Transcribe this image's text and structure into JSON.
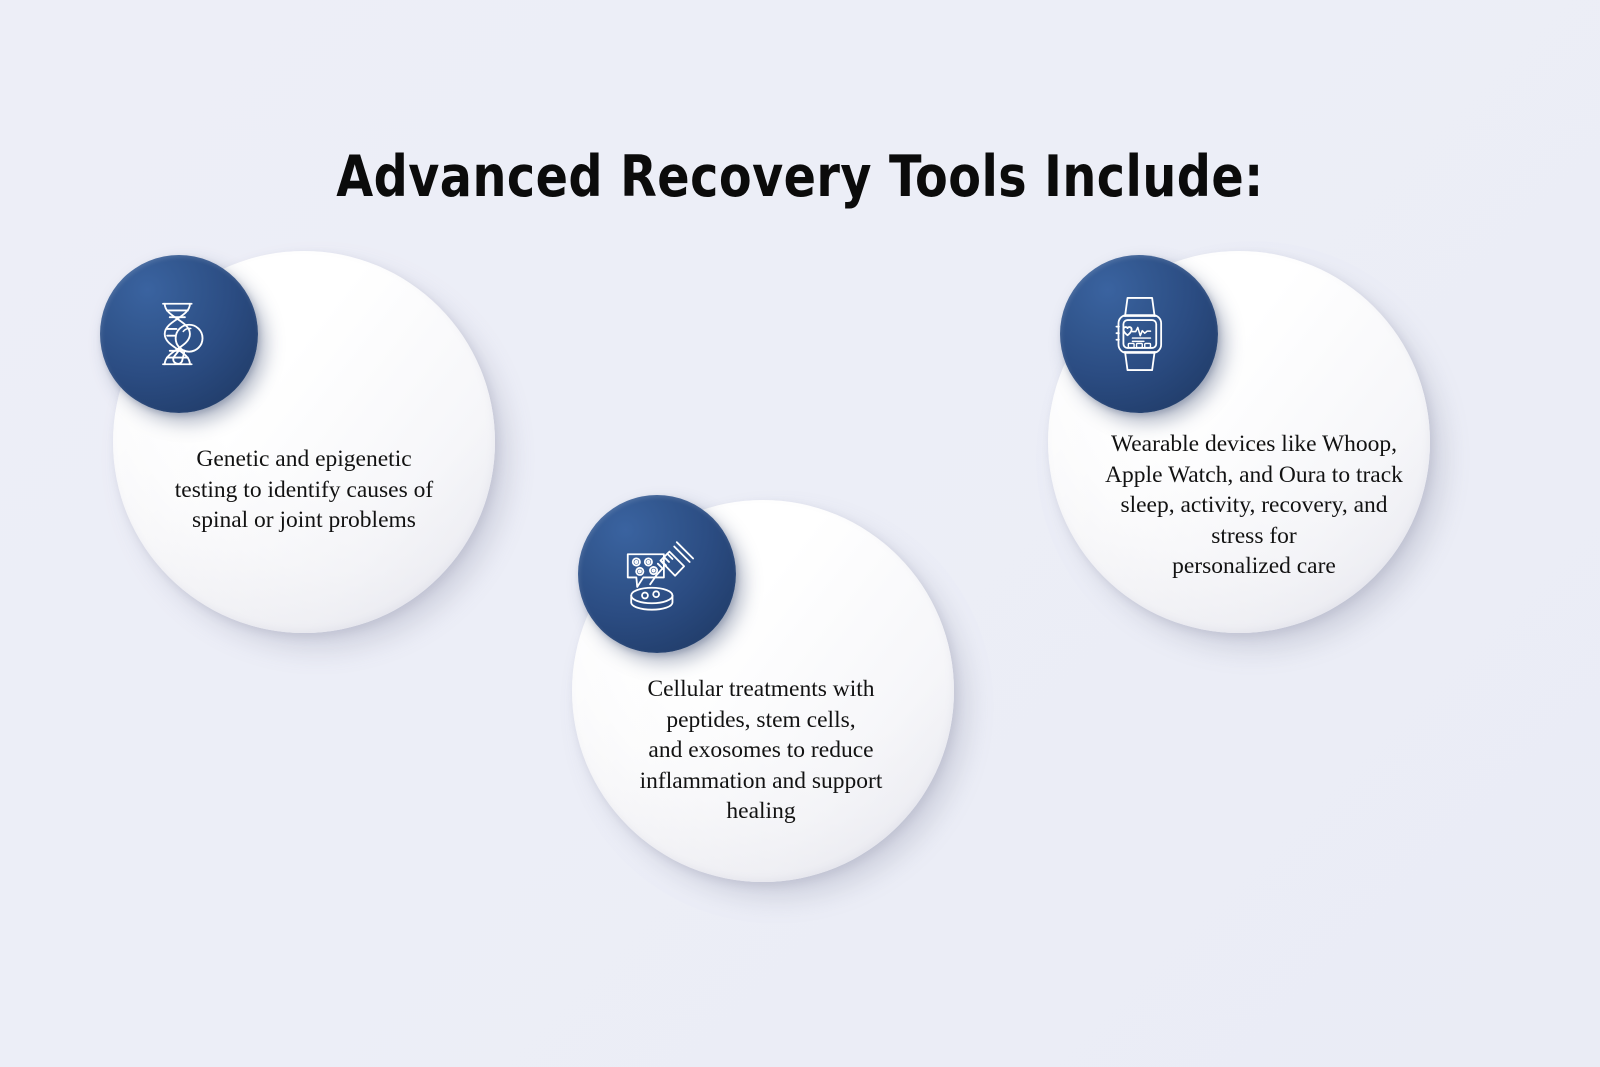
{
  "page": {
    "background_color": "#ecedf6",
    "title": "Advanced Recovery Tools Include:"
  },
  "theme": {
    "badge_gradient_start": "#3a63a0",
    "badge_gradient_end": "#1d3660",
    "disc_color": "#ffffff",
    "text_color": "#121212"
  },
  "cards": [
    {
      "id": "genetic-testing",
      "icon": "dna-magnifier-icon",
      "text": "Genetic and epigenetic\ntesting to identify causes of\nspinal or joint problems"
    },
    {
      "id": "cellular-treatments",
      "icon": "petri-dish-syringe-icon",
      "text": "Cellular treatments with\npeptides, stem cells,\nand exosomes to reduce\ninflammation and support\nhealing"
    },
    {
      "id": "wearable-devices",
      "icon": "smartwatch-heartrate-icon",
      "text": "Wearable devices like Whoop,\nApple Watch, and Oura to track\nsleep, activity, recovery, and\nstress for\npersonalized care"
    }
  ]
}
